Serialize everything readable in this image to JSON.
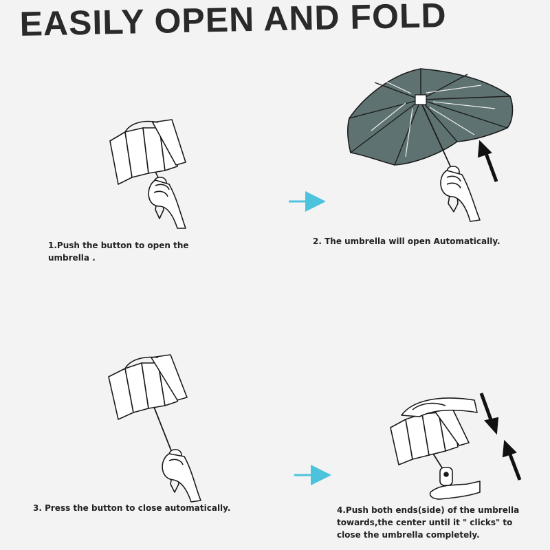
{
  "title": "EASILY OPEN AND FOLD",
  "steps": [
    {
      "lines": [
        "1.Push the button to open the",
        "umbrella ."
      ]
    },
    {
      "lines": [
        "2. The umbrella will open Automatically."
      ]
    },
    {
      "lines": [
        "3. Press the button to close automatically."
      ]
    },
    {
      "lines": [
        "4.Push both ends(side) of the umbrella",
        "towards,the center until it \" clicks\" to",
        "close the umbrella completely."
      ]
    }
  ],
  "colors": {
    "canopy": "#5f7272",
    "arrow_cyan": "#4cc3dd",
    "ink": "#1a1a1a",
    "background": "#f3f3f3"
  }
}
